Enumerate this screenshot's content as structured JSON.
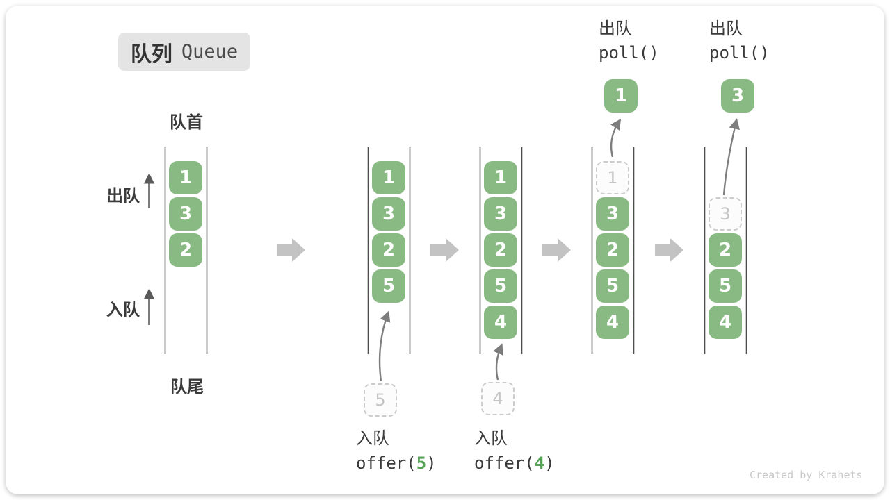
{
  "title": {
    "zh": "队列",
    "en": "Queue"
  },
  "side_labels": {
    "front": "队首",
    "rear": "队尾",
    "dequeue": "出队",
    "enqueue": "入队"
  },
  "columns": [
    {
      "cells": [
        {
          "v": "1"
        },
        {
          "v": "3"
        },
        {
          "v": "2"
        }
      ]
    },
    {
      "cells": [
        {
          "v": "1"
        },
        {
          "v": "3"
        },
        {
          "v": "2"
        },
        {
          "v": "5"
        }
      ],
      "incoming": {
        "v": "5"
      }
    },
    {
      "cells": [
        {
          "v": "1"
        },
        {
          "v": "3"
        },
        {
          "v": "2"
        },
        {
          "v": "5"
        },
        {
          "v": "4"
        }
      ],
      "incoming": {
        "v": "4"
      }
    },
    {
      "cells": [
        {
          "v": "1"
        },
        {
          "v": "3"
        },
        {
          "v": "2"
        },
        {
          "v": "5"
        },
        {
          "v": "4"
        }
      ],
      "ghost_index": 0,
      "outgoing": {
        "v": "1"
      }
    },
    {
      "cells": [
        {
          "v": "3"
        },
        {
          "v": "2"
        },
        {
          "v": "5"
        },
        {
          "v": "4"
        }
      ],
      "ghost_index": 0,
      "outgoing": {
        "v": "3"
      }
    }
  ],
  "operations": {
    "enqueue5": {
      "action": "入队",
      "prefix": "offer(",
      "arg": "5",
      "suffix": ")"
    },
    "enqueue4": {
      "action": "入队",
      "prefix": "offer(",
      "arg": "4",
      "suffix": ")"
    },
    "poll1": {
      "action": "出队",
      "code": "poll()"
    },
    "poll2": {
      "action": "出队",
      "code": "poll()"
    }
  },
  "watermark": "Created by Krahets",
  "colors": {
    "cell_green": "#8ABA84",
    "code_green": "#56A456",
    "badge_bg": "#e4e4e4",
    "rail_gray": "#4e4e4e",
    "block_arrow_gray": "#c3c3c3",
    "ghost_gray": "#c4c4c4",
    "text_dark": "#3a3a3a",
    "watermark_gray": "#c9c9c9"
  }
}
